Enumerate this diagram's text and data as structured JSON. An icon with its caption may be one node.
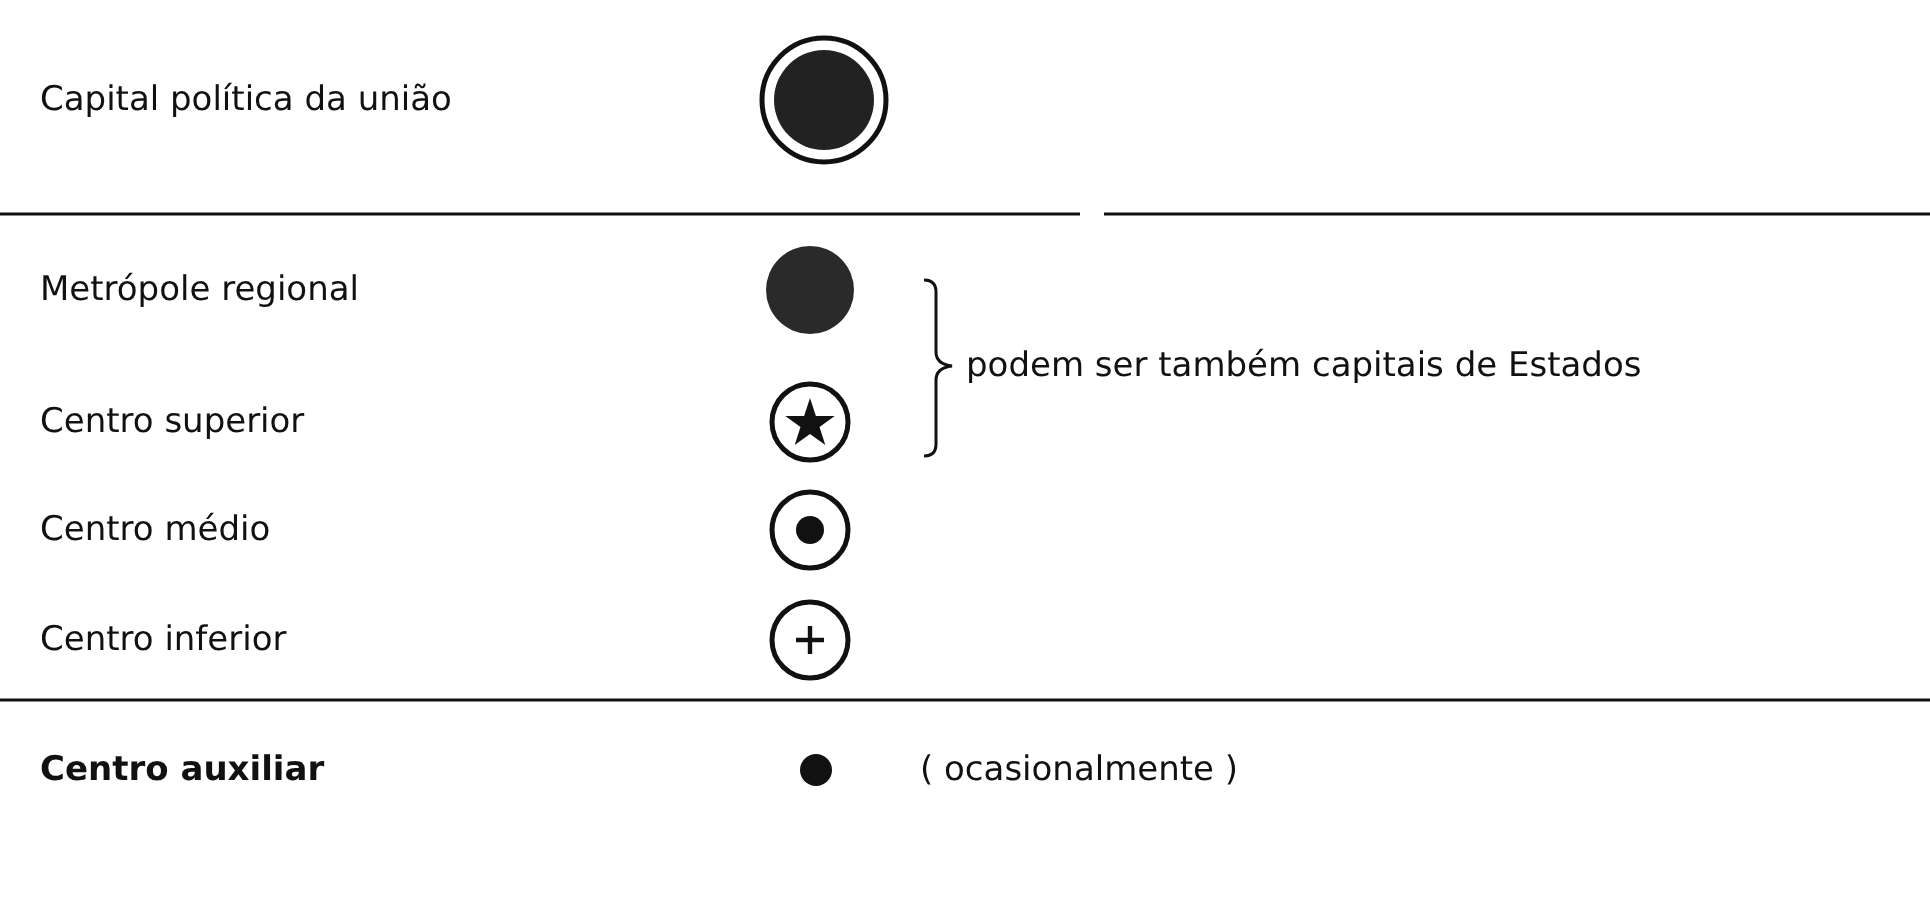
{
  "diagram": {
    "labels": [
      "podem ser também capitais de Estados",
      "( ocasionalmente )"
    ],
    "legend": [
      {
        "text": "Capital política da união"
      },
      {
        "text": "Metrópole regional"
      },
      {
        "text": "Centro superior"
      },
      {
        "text": "Centro médio"
      },
      {
        "text": "Centro inferior"
      },
      {
        "text": "Centro auxiliar"
      }
    ]
  }
}
